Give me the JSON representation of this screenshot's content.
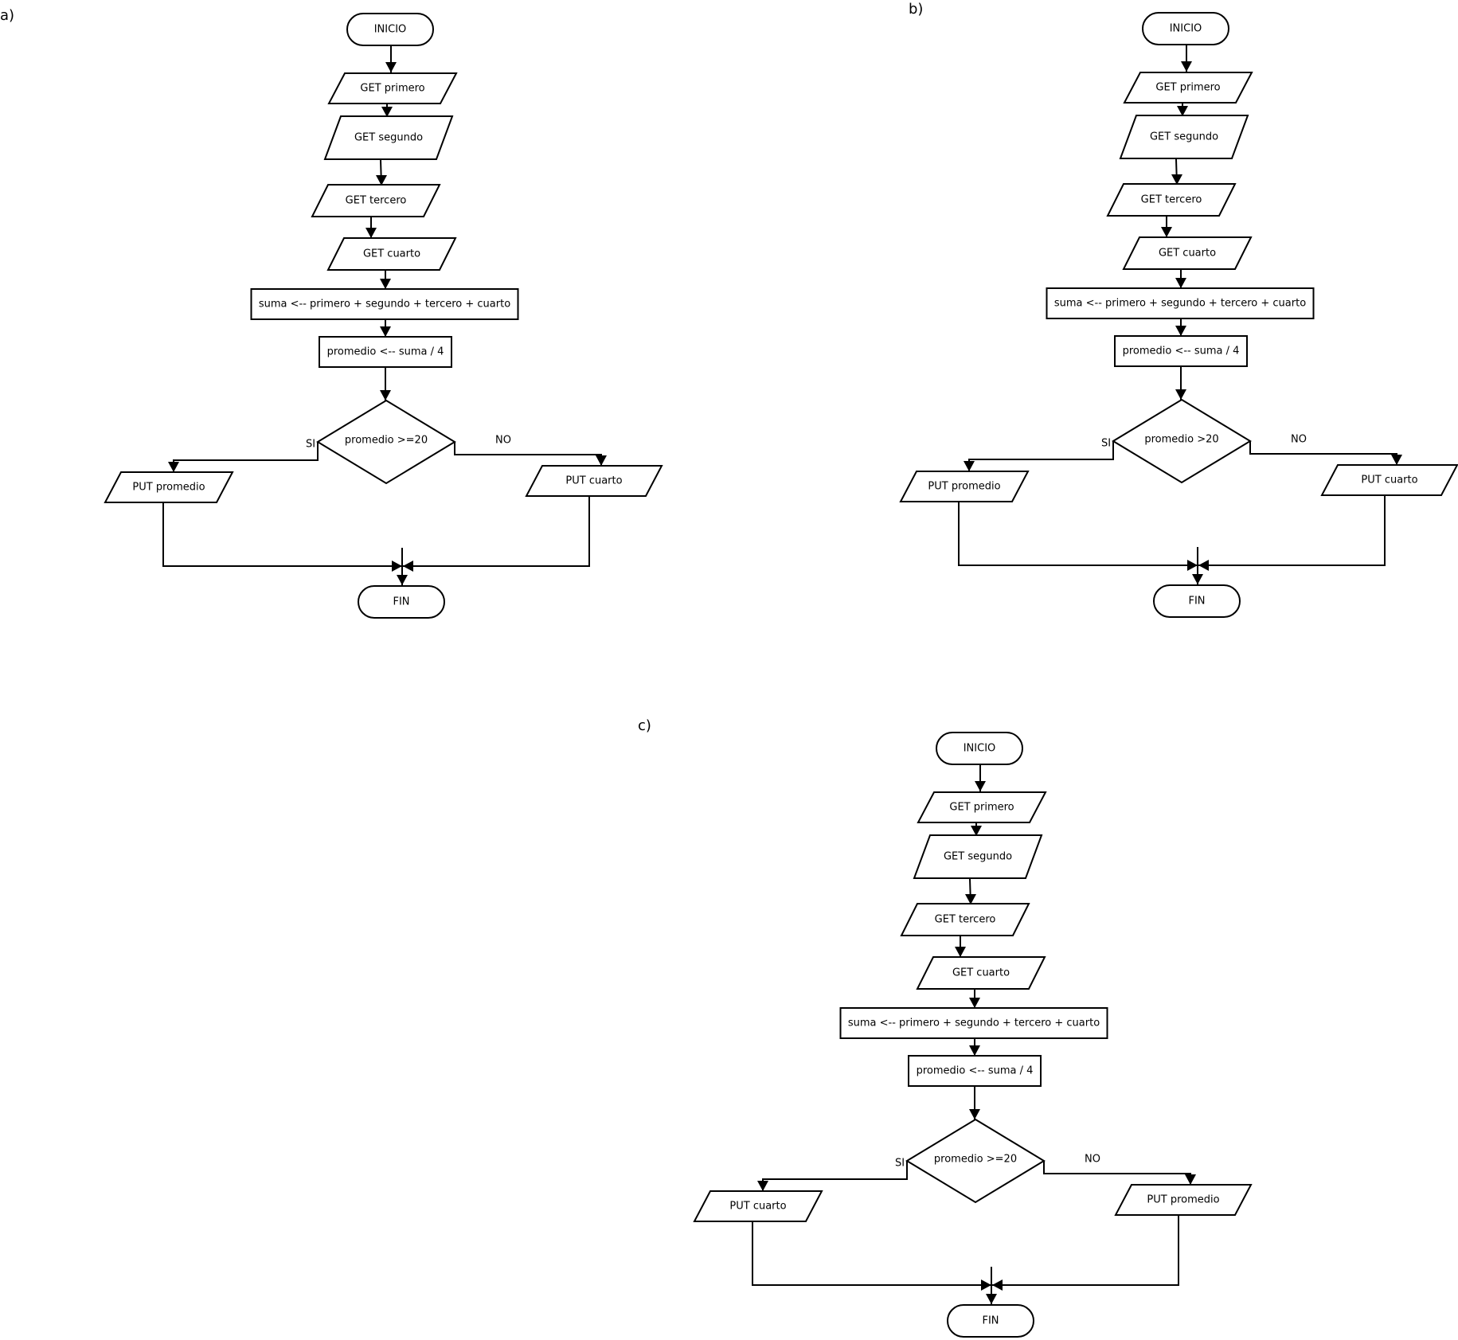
{
  "panels": [
    {
      "id": "a",
      "label": "a)",
      "start": "INICIO",
      "steps": [
        "GET primero",
        "GET segundo",
        "GET tercero",
        "GET cuarto"
      ],
      "sum": "suma <-- primero + segundo + tercero + cuarto",
      "avg": "promedio <-- suma / 4",
      "decision": "promedio >=20",
      "yes_label": "SI",
      "no_label": "NO",
      "yes_output": "PUT  promedio",
      "no_output": "PUT  cuarto",
      "end": "FIN"
    },
    {
      "id": "b",
      "label": "b)",
      "start": "INICIO",
      "steps": [
        "GET primero",
        "GET segundo",
        "GET tercero",
        "GET cuarto"
      ],
      "sum": "suma <-- primero + segundo + tercero + cuarto",
      "avg": "promedio <-- suma / 4",
      "decision": "promedio >20",
      "yes_label": "SI",
      "no_label": "NO",
      "yes_output": "PUT  promedio",
      "no_output": "PUT  cuarto",
      "end": "FIN"
    },
    {
      "id": "c",
      "label": "c)",
      "start": "INICIO",
      "steps": [
        "GET primero",
        "GET segundo",
        "GET tercero",
        "GET cuarto"
      ],
      "sum": "suma <-- primero + segundo + tercero + cuarto",
      "avg": "promedio <-- suma / 4",
      "decision": "promedio >=20",
      "yes_label": "SI",
      "no_label": "NO",
      "yes_output": "PUT  cuarto",
      "no_output": "PUT  promedio",
      "end": "FIN"
    }
  ]
}
